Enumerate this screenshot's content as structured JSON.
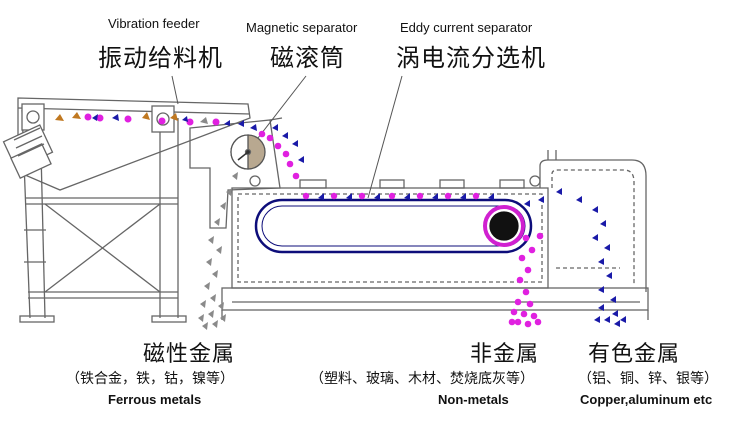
{
  "labels": {
    "feeder": {
      "en": "Vibration feeder",
      "zh": "振动给料机"
    },
    "magnetic": {
      "en": "Magnetic separator",
      "zh": "磁滚筒"
    },
    "eddy": {
      "en": "Eddy current separator",
      "zh": "涡电流分选机"
    },
    "ferrous": {
      "zh": "磁性金属",
      "examples": "（铁合金，铁，钴，镍等）",
      "en": "Ferrous metals"
    },
    "nonmetal": {
      "zh": "非金属",
      "examples": "（塑料、玻璃、木材、焚烧底灰等）",
      "en": "Non-metals"
    },
    "nonferrous": {
      "zh": "有色金属",
      "examples": "（铝、铜、锌、银等）",
      "en": "Copper,aluminum etc"
    }
  },
  "colors": {
    "line": "#666666",
    "ferrous_particle": "#8a8a8a",
    "nonmetal_particle": "#e020e0",
    "nonferrous_particle": "#1a1aa8",
    "drum_ring": "#d020d0",
    "belt": "#0d0d7a",
    "magnet_drum": "#b8a890"
  }
}
